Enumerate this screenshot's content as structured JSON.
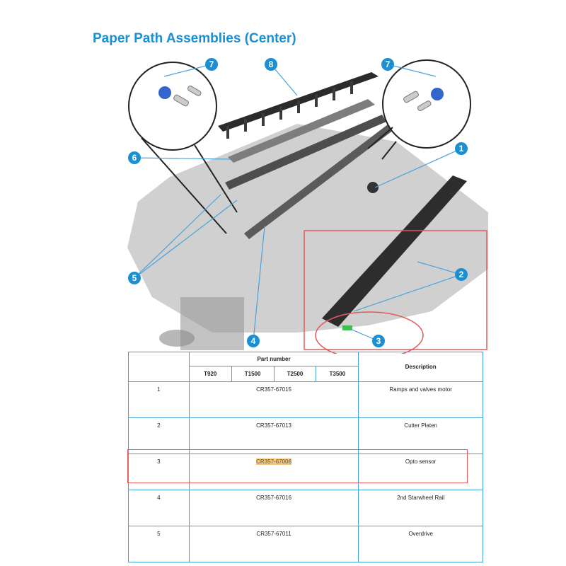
{
  "title": "Paper Path Assemblies (Center)",
  "callouts": [
    "1",
    "2",
    "3",
    "4",
    "5",
    "6",
    "7",
    "7",
    "8"
  ],
  "table": {
    "header_part_number": "Part number",
    "header_description": "Description",
    "models": [
      "T920",
      "T1500",
      "T2500",
      "T3500"
    ],
    "rows": [
      {
        "index": "1",
        "part": "CR357-67015",
        "description": "Ramps and valves motor"
      },
      {
        "index": "2",
        "part": "CR357-67013",
        "description": "Cutter Platen"
      },
      {
        "index": "3",
        "part": "CR357-67006",
        "description": "Opto sensor"
      },
      {
        "index": "4",
        "part": "CR357-67016",
        "description": "2nd Starwheel Rail"
      },
      {
        "index": "5",
        "part": "CR357-67011",
        "description": "Overdrive"
      }
    ]
  },
  "colors": {
    "accent": "#1a8fd1",
    "table_border": "#4aa3d8",
    "highlight_box": "#e05a5a",
    "highlight_fill": "#f5c878"
  }
}
